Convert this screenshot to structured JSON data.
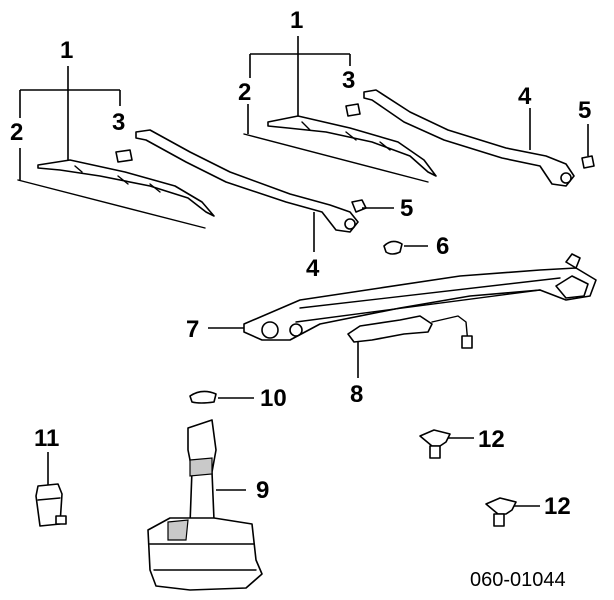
{
  "callouts": {
    "c1a": "1",
    "c2a": "2",
    "c3a": "3",
    "c4a": "4",
    "c5a": "5",
    "c1b": "1",
    "c2b": "2",
    "c3b": "3",
    "c4b": "4",
    "c5b": "5",
    "c6": "6",
    "c7": "7",
    "c8": "8",
    "c9": "9",
    "c10": "10",
    "c11": "11",
    "c12a": "12",
    "c12b": "12"
  },
  "diagram_code": "060-01044"
}
